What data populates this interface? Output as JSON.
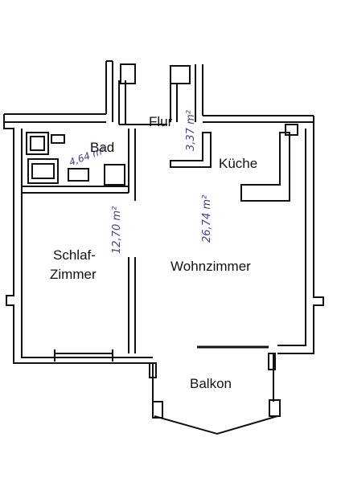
{
  "colors": {
    "ink": "#111111",
    "area_ink": "#4a3c8c",
    "paper": "#ffffff"
  },
  "rooms": {
    "flur": "Flur",
    "bad": "Bad",
    "kueche": "Küche",
    "schlaf_line1": "Schlaf-",
    "schlaf_line2": "Zimmer",
    "wohnzimmer": "Wohnzimmer",
    "balkon": "Balkon"
  },
  "areas": {
    "flur": "3,37 m²",
    "bad": "4,64 m²",
    "schlafzimmer": "12,70 m²",
    "wohnzimmer": "26,74 m²"
  }
}
